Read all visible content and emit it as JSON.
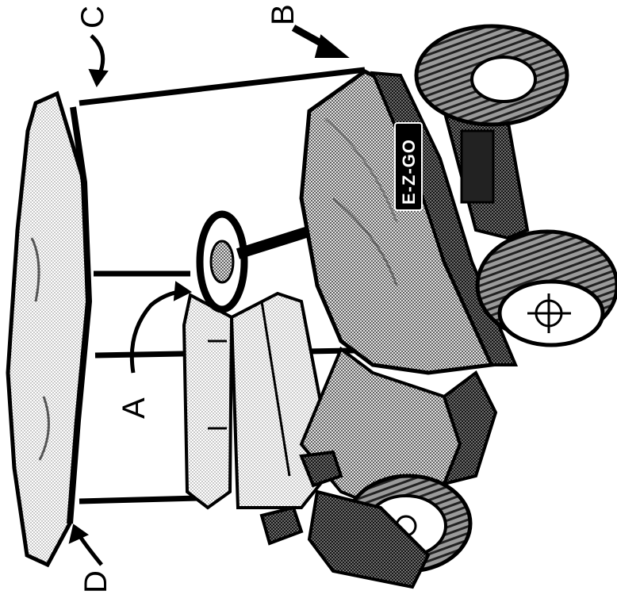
{
  "figure": {
    "callouts": {
      "a": "A",
      "b": "B",
      "c": "C",
      "d": "D"
    },
    "logo": "E-Z-GO"
  },
  "colors": {
    "ink": "#000000",
    "paper": "#ffffff",
    "shade_light": "#d9d9d9",
    "shade_mid": "#a8a8a8",
    "shade_dark": "#4a4a4a"
  }
}
